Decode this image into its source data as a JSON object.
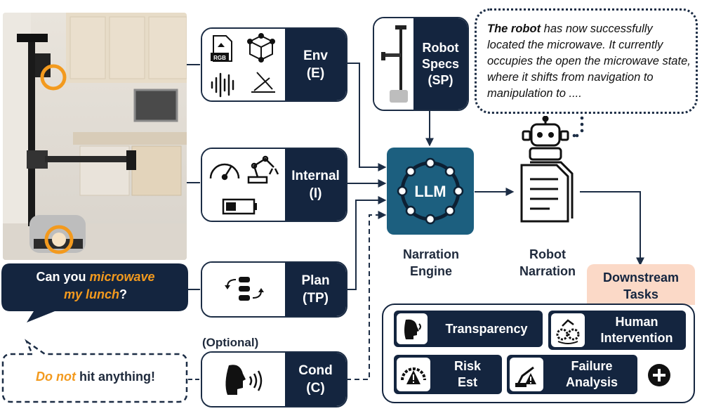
{
  "speech": {
    "question_pre": "Can you ",
    "question_highlight_1": "microwave",
    "question_highlight_2": "my lunch",
    "question_post": "?",
    "condition_highlight": "Do not",
    "condition_rest": " hit anything!",
    "optional_label": "(Optional)"
  },
  "inputs": {
    "env": {
      "line1": "Env",
      "line2": "(E)",
      "rgb_tag": "RGB"
    },
    "internal": {
      "line1": "Internal",
      "line2": "(I)"
    },
    "plan": {
      "line1": "Plan",
      "line2": "(TP)"
    },
    "cond": {
      "line1": "Cond",
      "line2": "(C)"
    },
    "specs": {
      "line1": "Robot",
      "line2": "Specs",
      "line3": "(SP)"
    }
  },
  "engine": {
    "core": "LLM",
    "line1": "Narration",
    "line2": "Engine"
  },
  "narration": {
    "line1": "Robot",
    "line2": "Narration"
  },
  "thought": {
    "bold_start": "The robot",
    "text": " has now successfully located the microwave. It currently occupies the open the microwave state, where it shifts from navigation to manipulation to ...."
  },
  "downstream": {
    "line1": "Downstream",
    "line2": "Tasks",
    "tasks": {
      "transparency": "Transparency",
      "human_1": "Human",
      "human_2": "Intervention",
      "risk_1": "Risk",
      "risk_2": "Est",
      "failure_1": "Failure",
      "failure_2": "Analysis"
    }
  },
  "colors": {
    "navy": "#14253f",
    "accent_orange": "#f39a1e",
    "engine_blue": "#1c5f7f",
    "downstream_bg": "#fbd9c7"
  }
}
